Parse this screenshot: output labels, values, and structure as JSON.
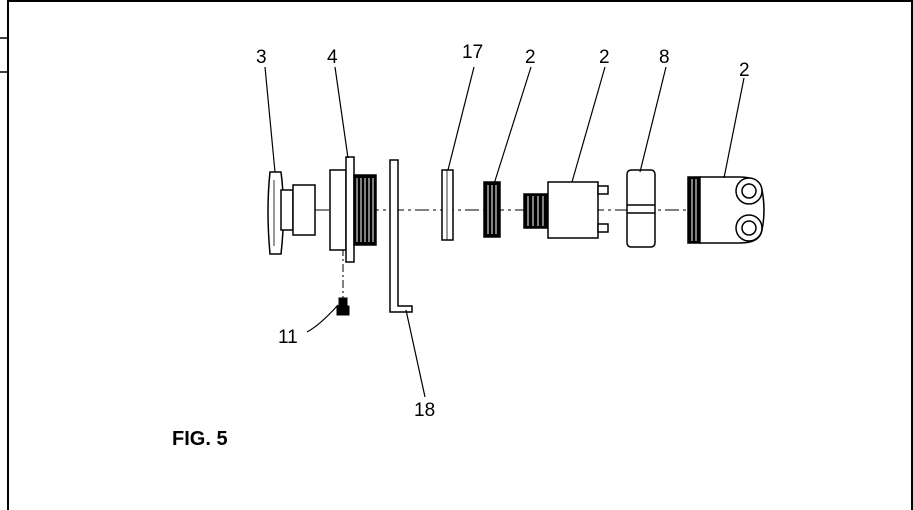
{
  "figure": {
    "caption": "FIG. 5",
    "callouts": [
      {
        "id": "c3",
        "text": "3"
      },
      {
        "id": "c4",
        "text": "4"
      },
      {
        "id": "c17",
        "text": "17"
      },
      {
        "id": "c2a",
        "text": "2"
      },
      {
        "id": "c2b",
        "text": "2"
      },
      {
        "id": "c8",
        "text": "8"
      },
      {
        "id": "c2c",
        "text": "2"
      },
      {
        "id": "c11",
        "text": "11"
      },
      {
        "id": "c18",
        "text": "18"
      }
    ]
  },
  "colors": {
    "line": "#000000",
    "background": "#ffffff",
    "shade": "#c8c8c8"
  }
}
